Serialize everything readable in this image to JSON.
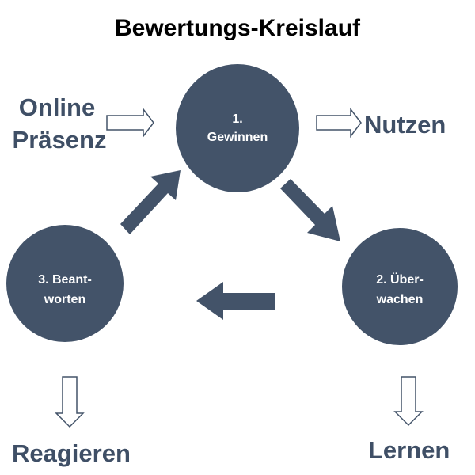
{
  "title": "Bewertungs-Kreislauf",
  "colors": {
    "circle": "#435369",
    "label": "#3f4f66",
    "outline_arrow": "#435369"
  },
  "steps": [
    {
      "line1": "1.",
      "line2": "Gewinnen"
    },
    {
      "line1": "2. Über-",
      "line2": "wachen"
    },
    {
      "line1": "3. Beant-",
      "line2": "worten"
    }
  ],
  "labels": {
    "input_line1": "Online",
    "input_line2": "Präsenz",
    "gain_output": "Nutzen",
    "monitor_output": "Lernen",
    "respond_output": "Reagieren"
  }
}
